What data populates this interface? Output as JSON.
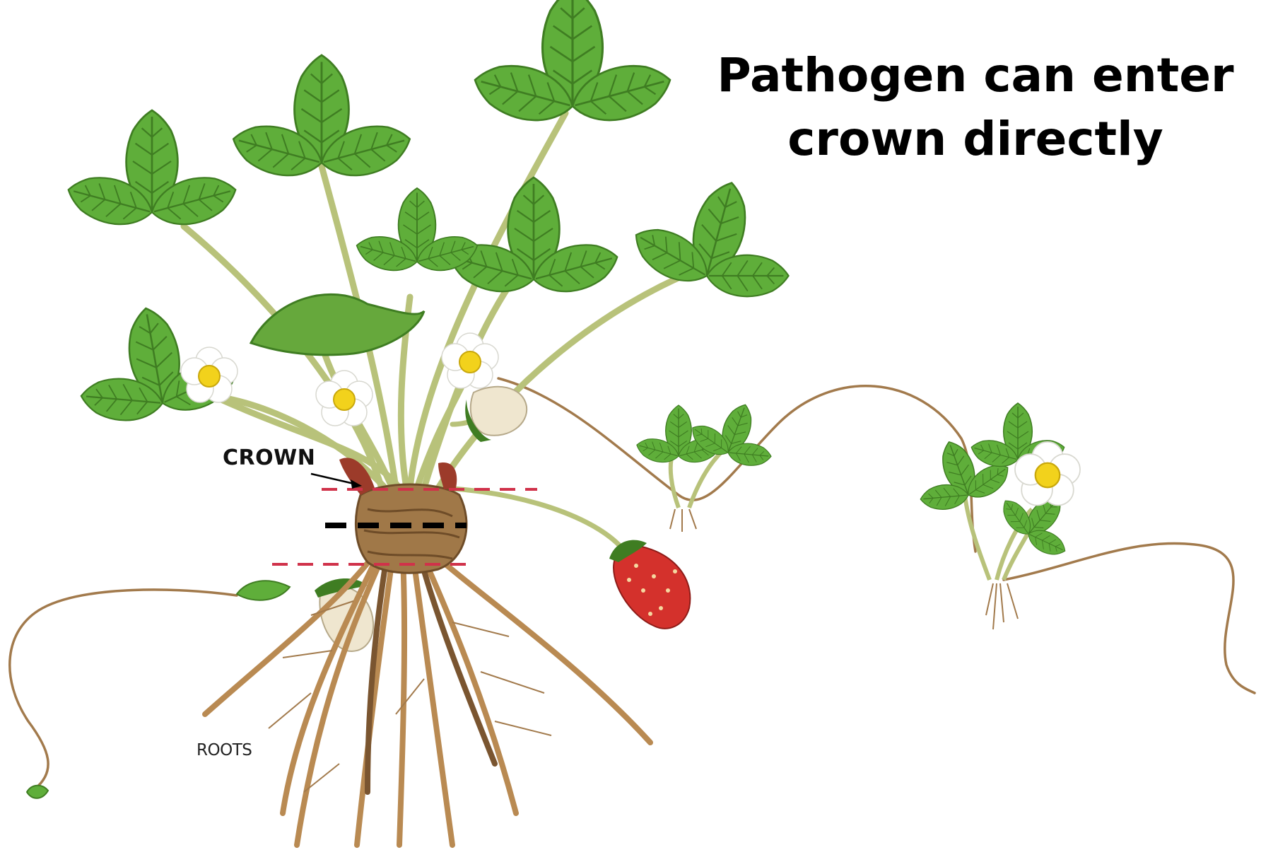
{
  "title": {
    "line1": "Pathogen can enter",
    "line2": "crown directly"
  },
  "labels": {
    "crown": "CROWN",
    "roots": "ROOTS"
  },
  "colors": {
    "leaf": "#5fae3a",
    "leaf_dark": "#3f7d22",
    "stem": "#b8c27a",
    "root": "#b98a52",
    "runner": "#a27a4c",
    "flower_petal": "#ffffff",
    "flower_center": "#f2d21c",
    "fruit_red": "#d4312c",
    "fruit_unripe": "#efe6cf",
    "line_red": "#d0324a",
    "line_black": "#000000"
  }
}
